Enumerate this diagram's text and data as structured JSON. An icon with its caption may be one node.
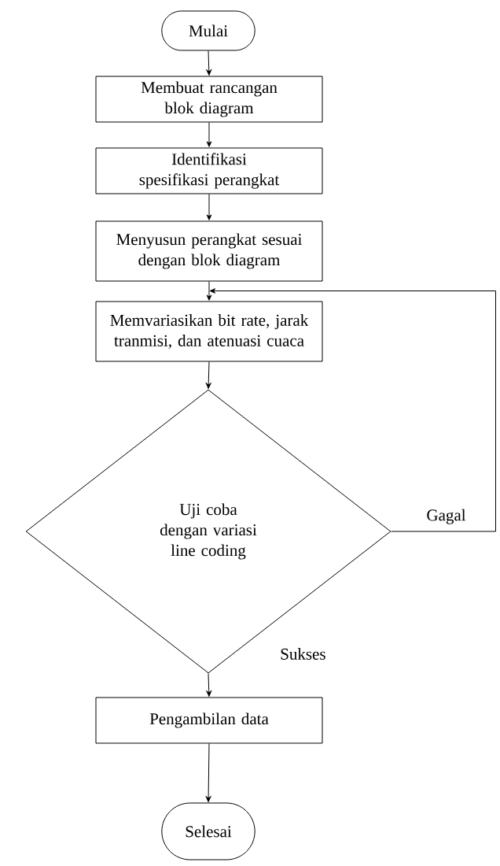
{
  "diagram": {
    "nodes": [
      {
        "text": [
          "Mulai"
        ]
      },
      {
        "text": [
          "Membuat rancangan blok diagram"
        ]
      },
      {
        "text": [
          "Identifikasi spesifikasi perangkat"
        ]
      },
      {
        "text": [
          "Menyusun perangkat sesuai dengan blok diagram"
        ]
      },
      {
        "text": [
          "Memvariasikan bit rate, jarak tranmisi, dan atenuasi cuaca"
        ]
      },
      {
        "text": [
          "Uji coba dengan variasi line coding"
        ]
      },
      {
        "text": [
          "Pengambilan data"
        ]
      },
      {
        "text": [
          "Selesai"
        ]
      }
    ],
    "edges": [
      {
        "from": 0,
        "to": 1,
        "arrow": "to"
      },
      {
        "from": 1,
        "to": 2,
        "arrow": "to"
      },
      {
        "from": 2,
        "to": 3,
        "arrow": "to"
      },
      {
        "from": 3,
        "to": 4,
        "arrow": "to"
      },
      {
        "from": 4,
        "to": 5,
        "arrow": "to"
      },
      {
        "from": 5,
        "to": 6,
        "arrow": "to",
        "label": "Sukses"
      },
      {
        "from": 6,
        "to": 7,
        "arrow": "to"
      },
      {
        "from": 5,
        "to": 4,
        "arrow": "to",
        "label": "Gagal"
      }
    ]
  }
}
